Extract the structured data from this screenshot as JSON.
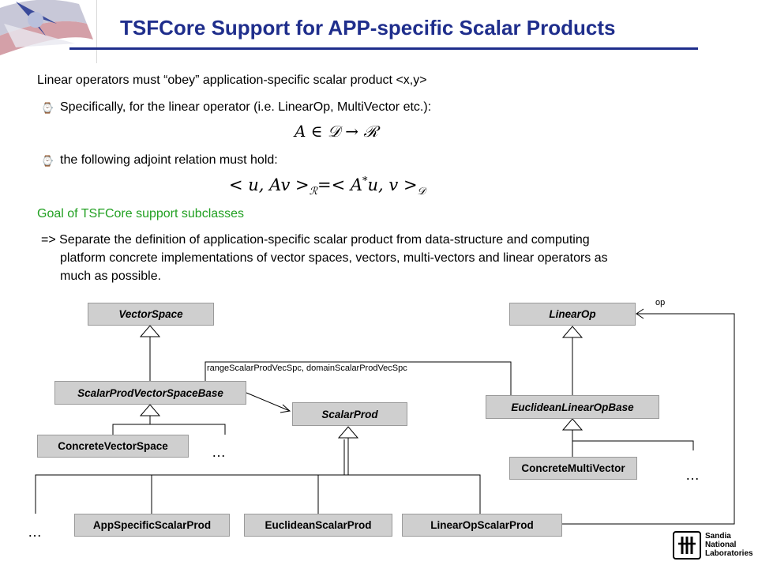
{
  "title": "TSFCore Support for APP-specific Scalar Products",
  "intro": "Linear operators must “obey” application-specific scalar product <x,y>",
  "bullets": [
    "Specifically, for the linear operator (i.e. LinearOp, MultiVector etc.):",
    "the following adjoint relation must hold:"
  ],
  "bullet_icon": "small-clock-like-bullet",
  "goal_heading": "Goal of TSFCore support subclasses",
  "goal_lines": [
    "=> Separate the definition of application-specific scalar product from data-structure and computing",
    "platform concrete implementations of vector spaces, vectors, multi-vectors and linear operators as",
    "much as possible."
  ],
  "colors": {
    "title": "#1f2e8c",
    "goal": "#22a022",
    "box_fill": "#cfcfcf"
  },
  "diagram": {
    "classes": {
      "vector_space": "VectorSpace",
      "scalar_prod_vector_space_base": "ScalarProdVectorSpaceBase",
      "concrete_vector_space": "ConcreteVectorSpace",
      "scalar_prod": "ScalarProd",
      "linear_op": "LinearOp",
      "euclidean_linear_op_base": "EuclideanLinearOpBase",
      "concrete_multi_vector": "ConcreteMultiVector",
      "app_specific_scalar_prod": "AppSpecificScalarProd",
      "euclidean_scalar_prod": "EuclideanScalarProd",
      "linear_op_scalar_prod": "LinearOpScalarProd"
    },
    "association_label": "rangeScalarProdVecSpc, domainScalarProdVecSpc",
    "op_label": "op",
    "ellipsis": "…"
  },
  "logo": {
    "lines": [
      "Sandia",
      "National",
      "Laboratories"
    ]
  }
}
